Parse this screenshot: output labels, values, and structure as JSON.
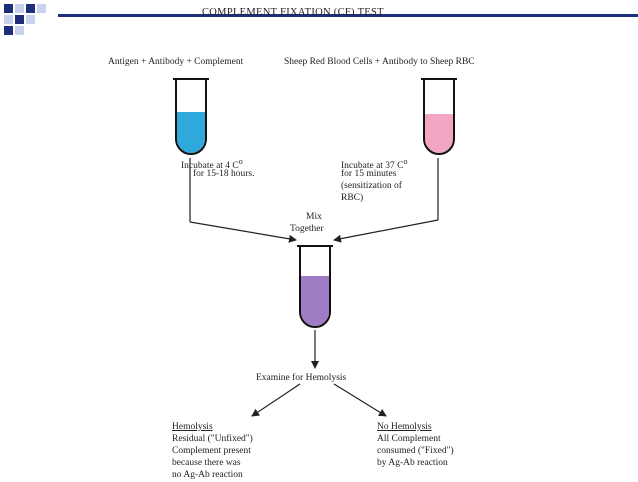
{
  "title": "COMPLEMENT FIXATION (CF) TEST",
  "tube1": {
    "label": "Antigen + Antibody + Complement",
    "color": "#2fa8dc"
  },
  "tube2": {
    "label": "Sheep Red Blood Cells + Antibody to Sheep RBC",
    "color": "#f3a6c4"
  },
  "tube3": {
    "color": "#a07cc4"
  },
  "step1": {
    "line1": "Incubate at 4  C",
    "degree": "o",
    "line2": "for 15-18 hours."
  },
  "step2": {
    "line1": "Incubate at 37  C",
    "degree": "o",
    "line2": "for 15 minutes",
    "line3": "(sensitization of",
    "line4": "RBC)"
  },
  "mix": {
    "line1": "Mix",
    "line2": "Together"
  },
  "examine": "Examine for Hemolysis",
  "left_result": {
    "heading": "Hemolysis",
    "line1": "Residual (\"Unfixed\")",
    "line2": "Complement present",
    "line3": " because there was",
    "line4": "no Ag-Ab reaction"
  },
  "right_result": {
    "heading": "No Hemolysis",
    "line1": "All Complement",
    "line2": "consumed (\"Fixed\")",
    "line3": "by Ag-Ab reaction"
  }
}
